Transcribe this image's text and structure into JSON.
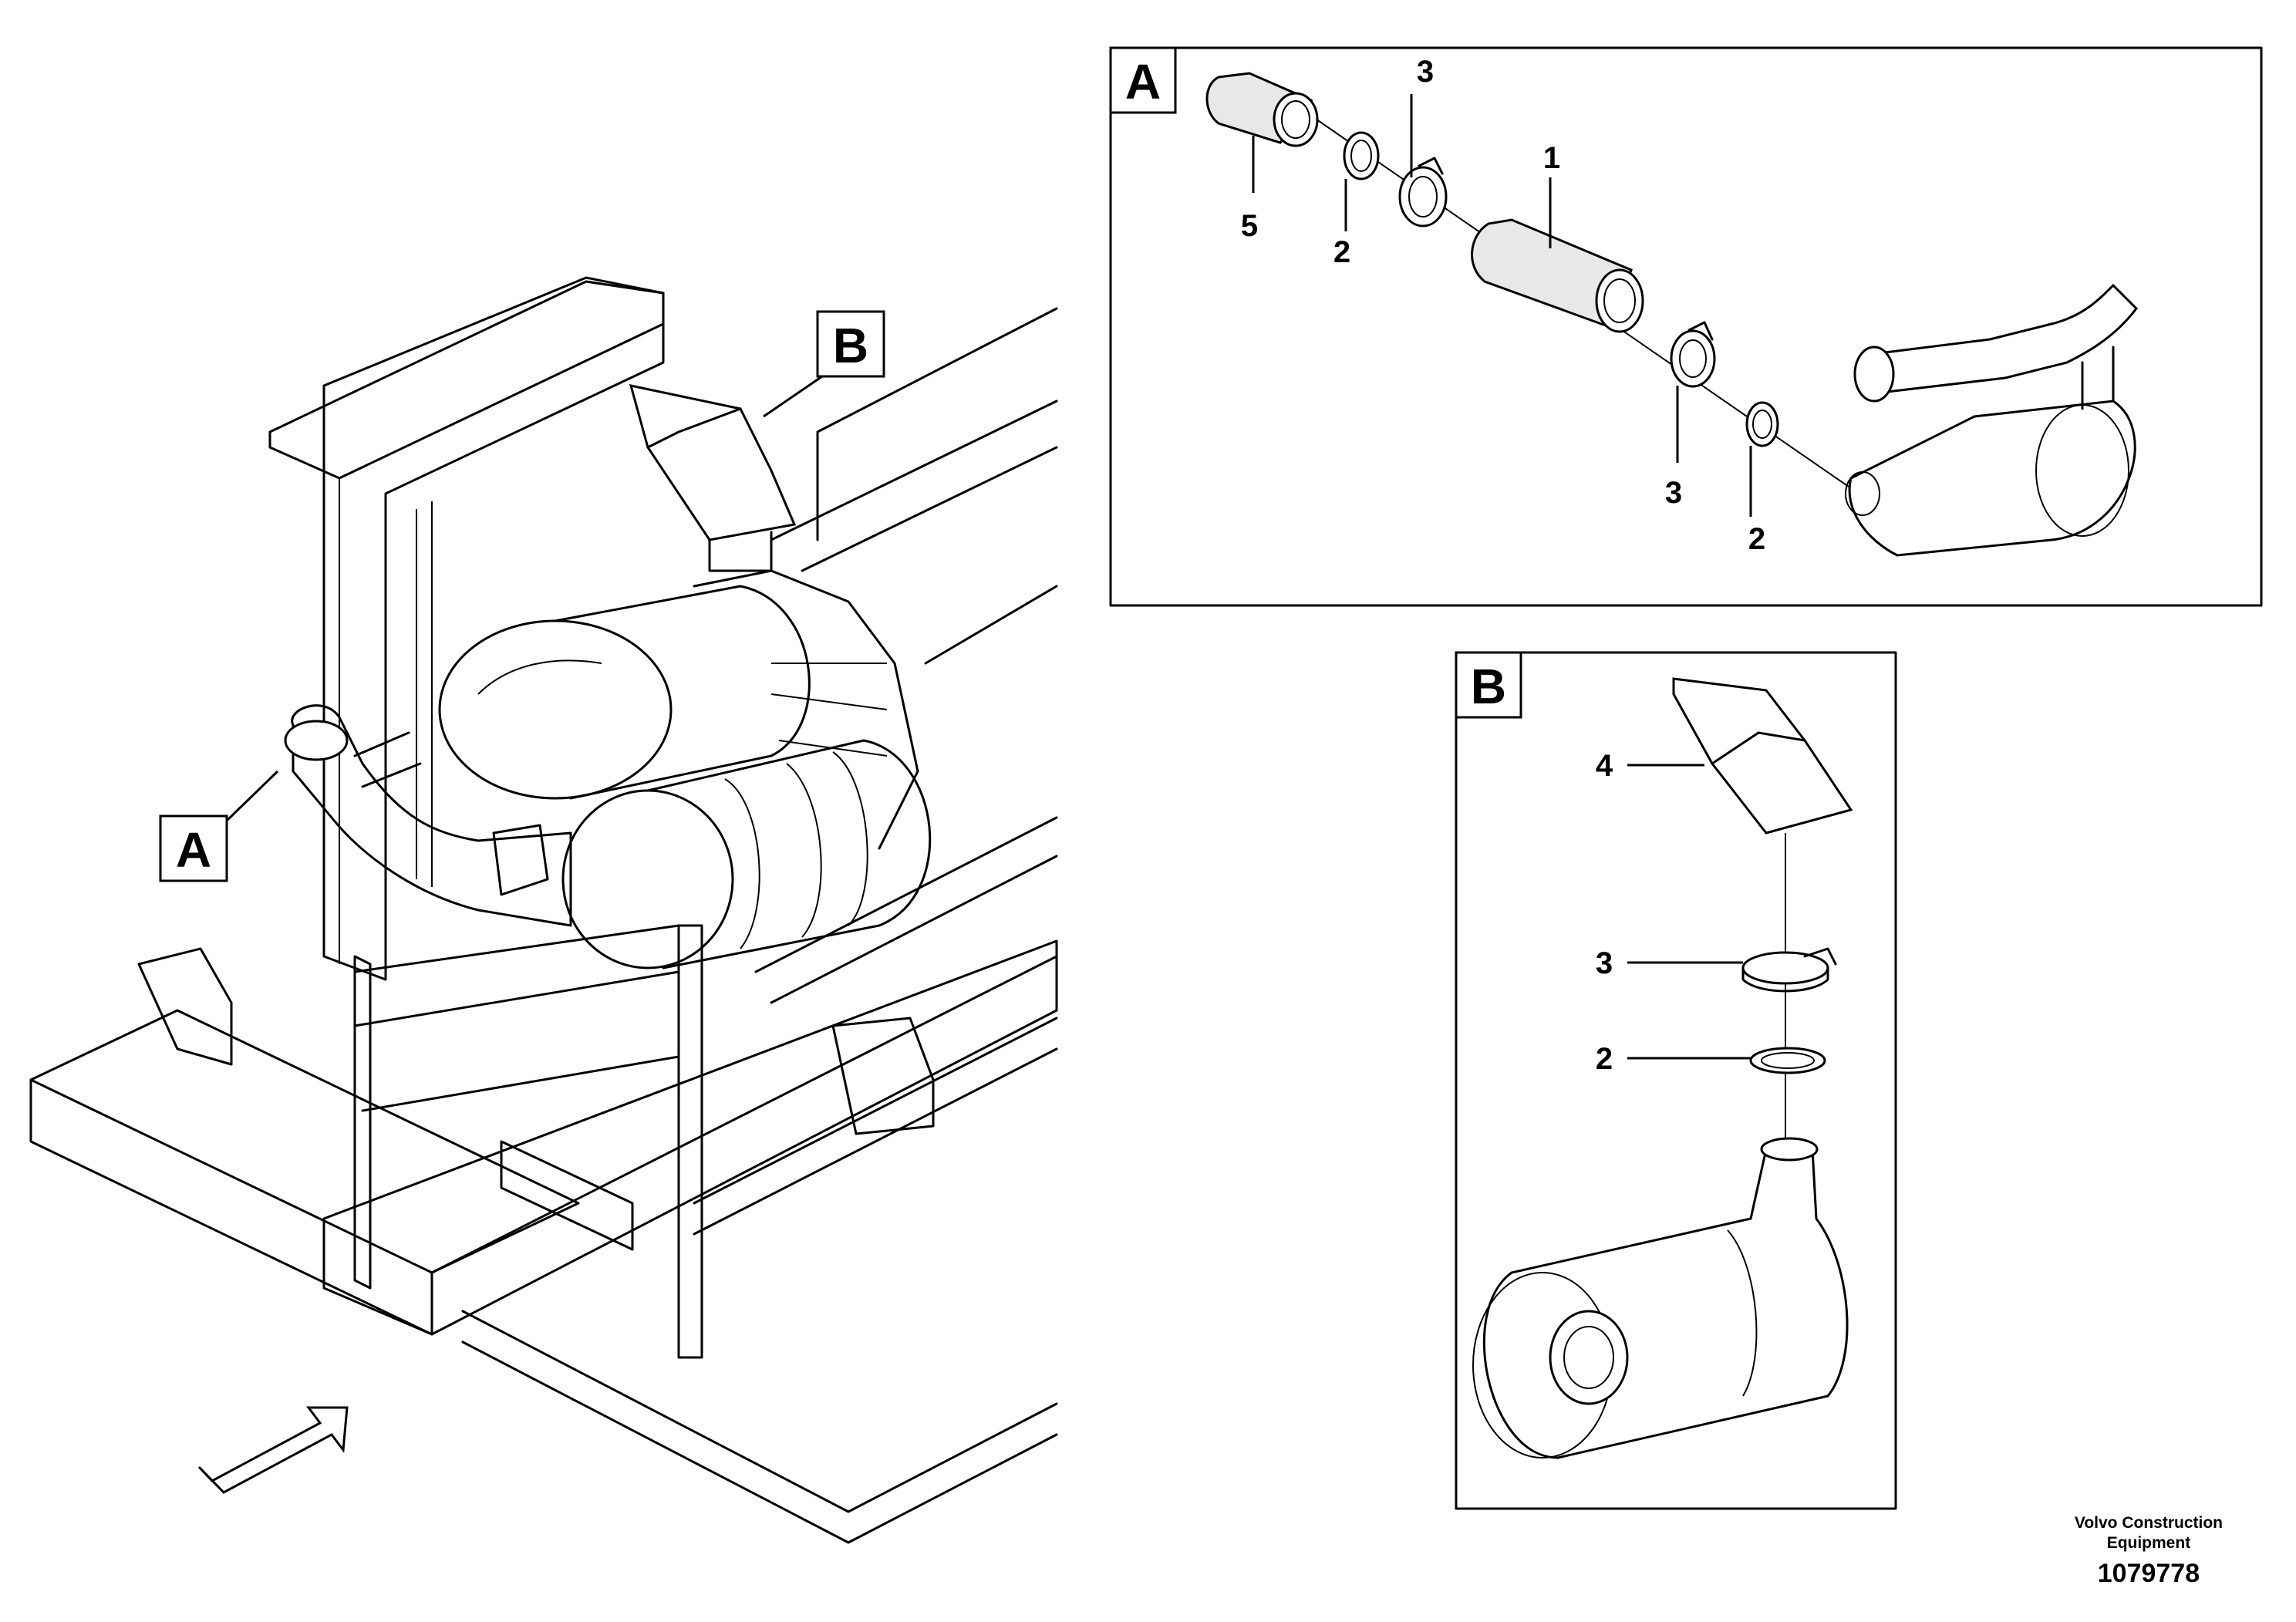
{
  "callouts": {
    "main_a": "A",
    "main_b": "B"
  },
  "panel_a": {
    "title": "A",
    "labels": [
      "1",
      "2",
      "2",
      "3",
      "3",
      "5"
    ]
  },
  "panel_b": {
    "title": "B",
    "labels": [
      "4",
      "3",
      "2"
    ]
  },
  "footer": {
    "company_line1": "Volvo Construction",
    "company_line2": "Equipment",
    "drawing_number": "1079778"
  }
}
